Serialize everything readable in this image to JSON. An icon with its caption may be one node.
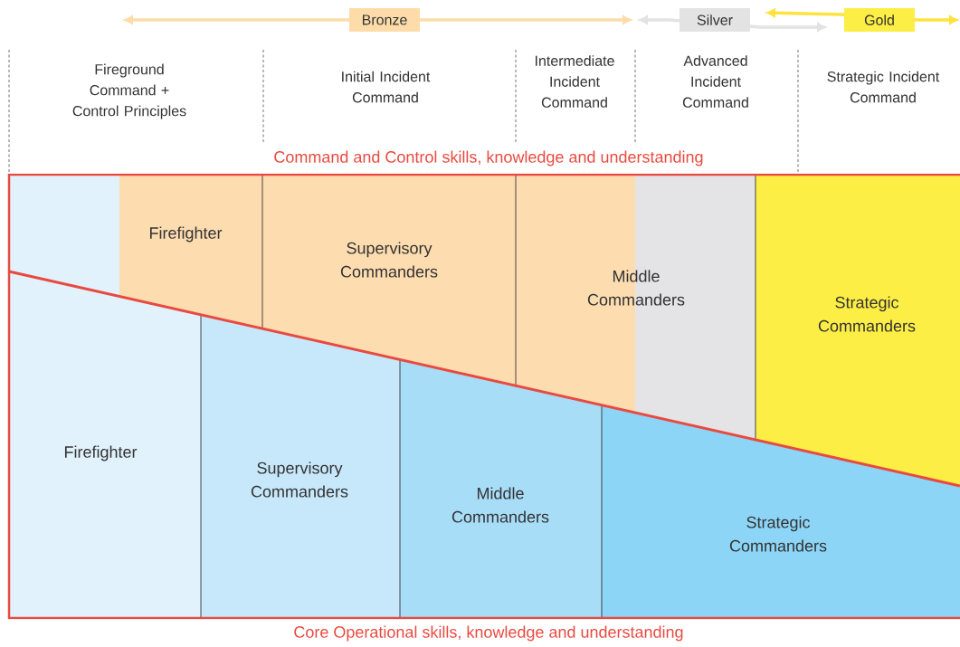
{
  "diagram": {
    "nodes": [
      {
        "text": [
          "Bronze"
        ]
      },
      {
        "text": [
          "Silver"
        ]
      },
      {
        "text": [
          "Gold"
        ]
      },
      {
        "text": [
          "Firefighter"
        ]
      },
      {
        "text": [
          "Supervisory Commanders"
        ]
      },
      {
        "text": [
          "Middle Commanders"
        ]
      },
      {
        "text": [
          "Strategic Commanders"
        ]
      },
      {
        "text": [
          "Firefighter"
        ]
      },
      {
        "text": [
          "Supervisory Commanders"
        ]
      },
      {
        "text": [
          "Middle Commanders"
        ]
      },
      {
        "text": [
          "Strategic Commanders"
        ]
      }
    ],
    "labels": [
      "Fireground Command + Control Principles",
      "Initial Incident Command",
      "Intermediate Incident Command",
      "Advanced Incident Command",
      "Strategic Incident Command",
      "Command and Control skills, knowledge and understanding",
      "Core Operational skills, knowledge and understanding"
    ]
  }
}
